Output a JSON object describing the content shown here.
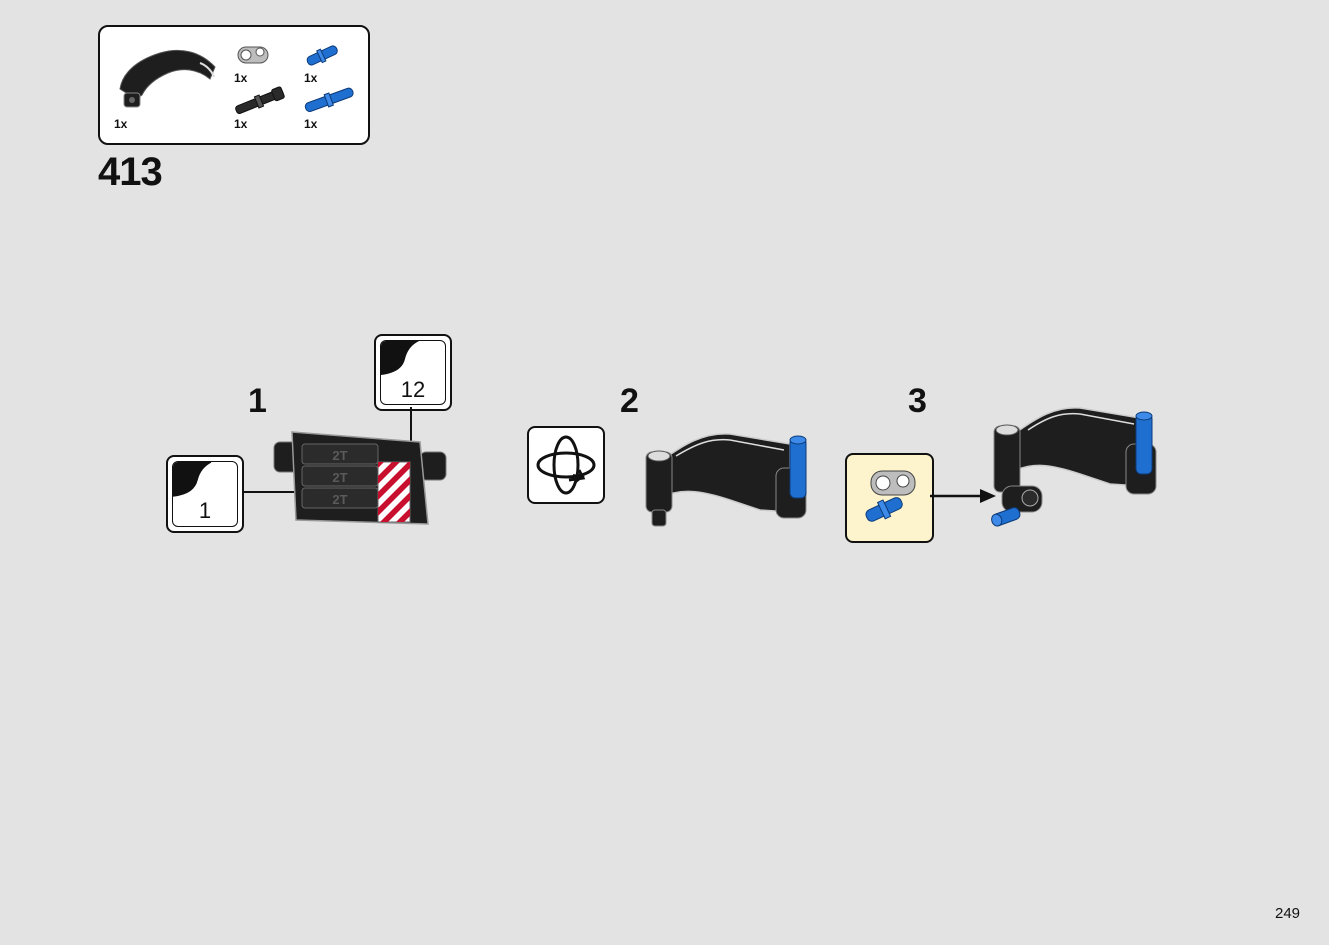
{
  "parts_list": {
    "items": [
      {
        "name": "black-panel-piece",
        "qty": "1x"
      },
      {
        "name": "grey-connector",
        "qty": "1x"
      },
      {
        "name": "blue-pin-short",
        "qty": "1x"
      },
      {
        "name": "black-axle-pin",
        "qty": "1x"
      },
      {
        "name": "blue-axle-pin",
        "qty": "1x"
      }
    ]
  },
  "step_number": "413",
  "sub_steps": [
    {
      "label": "1",
      "stickers": [
        "1",
        "12"
      ]
    },
    {
      "label": "2",
      "icon": "rotate-model-icon"
    },
    {
      "label": "3",
      "icon": "sub-assembly-callout"
    }
  ],
  "sticker_text": [
    "2T",
    "2T",
    "2T"
  ],
  "page_number": "249",
  "colors": {
    "background": "#e3e3e3",
    "blue_part": "#1f6fd1",
    "black_part": "#1e1e1e",
    "callout_yellow": "#fdf3cc",
    "stripe_red": "#c8102e"
  }
}
